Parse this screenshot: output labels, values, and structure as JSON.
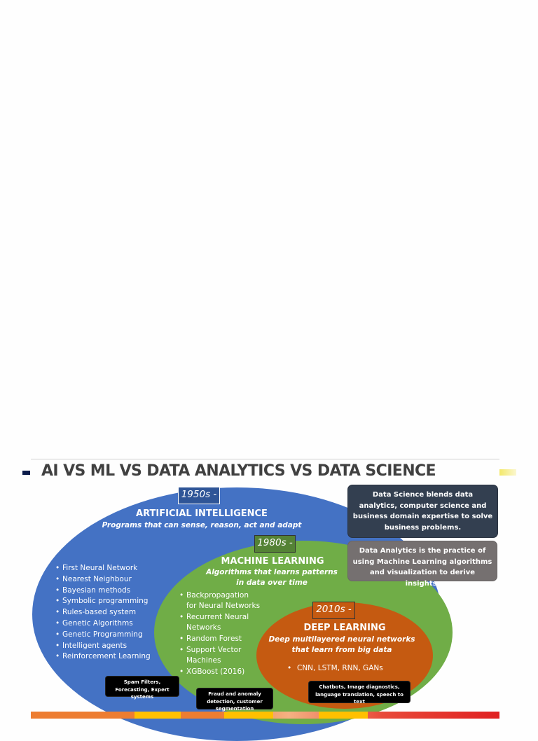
{
  "slide": {
    "title": "AI VS ML VS DATA ANALYTICS VS DATA SCIENCE"
  },
  "ai": {
    "era": "1950s -",
    "heading": "ARTIFICIAL INTELLIGENCE",
    "subtitle": "Programs that can sense, reason, act and adapt",
    "items": [
      "First Neural Network",
      "Nearest Neighbour",
      "Bayesian methods",
      "Symbolic programming",
      "Rules-based system",
      "Genetic Algorithms",
      "Genetic Programming",
      "Intelligent agents",
      "Reinforcement Learning"
    ],
    "application": "Spam Filters, Forecasting, Expert systems",
    "color": "#4472c4"
  },
  "ml": {
    "era": "1980s -",
    "heading": "MACHINE LEARNING",
    "subtitle": "Algorithms that learns patterns in data over time",
    "items": [
      "Backpropagation for Neural Networks",
      "Recurrent Neural Networks",
      "Random Forest",
      "Support Vector Machines",
      "XGBoost (2016)"
    ],
    "application": "Fraud and anomaly detection, customer segmentation",
    "color": "#70ad47"
  },
  "dl": {
    "era": "2010s -",
    "heading": "DEEP LEARNING",
    "subtitle": "Deep multilayered neural networks that learn from big data",
    "items": [
      "CNN, LSTM, RNN, GANs"
    ],
    "application": "Chatbots, Image diagnostics, language translation, speech to text",
    "color": "#c55a11"
  },
  "callouts": {
    "data_science": "Data Science blends data analytics, computer science and business domain expertise to solve business problems.",
    "data_analytics": "Data Analytics is the practice of using Machine Learning algorithms and visualization to derive insights."
  },
  "icons": {
    "title_bullet": "square-bullet-icon",
    "corner": "highlight-mark-icon"
  }
}
